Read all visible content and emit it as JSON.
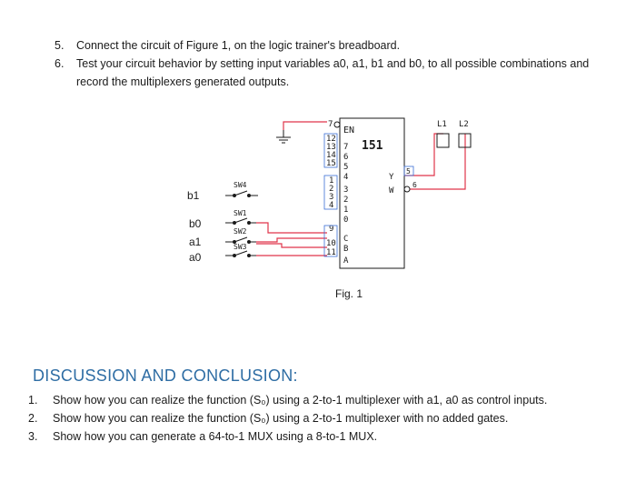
{
  "steps": [
    {
      "num": "5.",
      "text": "Connect the circuit of Figure 1, on the logic trainer's breadboard."
    },
    {
      "num": "6.",
      "line1": "Test your circuit behavior by setting input variables a0, a1, b1 and b0, to all possible combinations and",
      "line2": "record the multiplexers generated outputs."
    }
  ],
  "figure": {
    "chip_name": "151",
    "en_label": "EN",
    "y_label": "Y",
    "w_label": "W",
    "pin_numbers": {
      "en": "7",
      "p12": "12",
      "p13": "13",
      "p14": "14",
      "p15": "15",
      "p1": "1",
      "p2": "2",
      "p3": "3",
      "p4": "4",
      "p9": "9",
      "p10": "10",
      "p11": "11",
      "y": "5",
      "w": "6"
    },
    "inputs": {
      "d7": "7",
      "d6": "6",
      "d5": "5",
      "d4": "4",
      "d3": "3",
      "d2": "2",
      "d1": "1",
      "d0": "0"
    },
    "selects": {
      "c": "C",
      "b": "B",
      "a": "A"
    },
    "leds": {
      "l1": "L1",
      "l2": "L2"
    },
    "switches": {
      "sw4": "SW4",
      "sw1": "SW1",
      "sw2": "SW2",
      "sw3": "SW3"
    },
    "variables": {
      "b1": "b1",
      "b0": "b0",
      "a1": "a1",
      "a0": "a0"
    },
    "caption": "Fig. 1"
  },
  "discussion": {
    "title": "DISCUSSION AND CONCLUSION:",
    "items": [
      {
        "num": "1.",
        "text": "Show how you can realize the function (S₀)  using a 2-to-1 multiplexer with a1, a0 as control inputs."
      },
      {
        "num": "2.",
        "text": "Show how you can realize the function (S₀)  using a 2-to-1 multiplexer with no added gates."
      },
      {
        "num": "3.",
        "text": "Show how you can generate a 64-to-1 MUX using a 8-to-1 MUX."
      }
    ]
  },
  "colors": {
    "wire": "#e0354a",
    "text": "#1a1a1a",
    "heading": "#2e6da4",
    "pin_box": "#3b6fd6"
  }
}
